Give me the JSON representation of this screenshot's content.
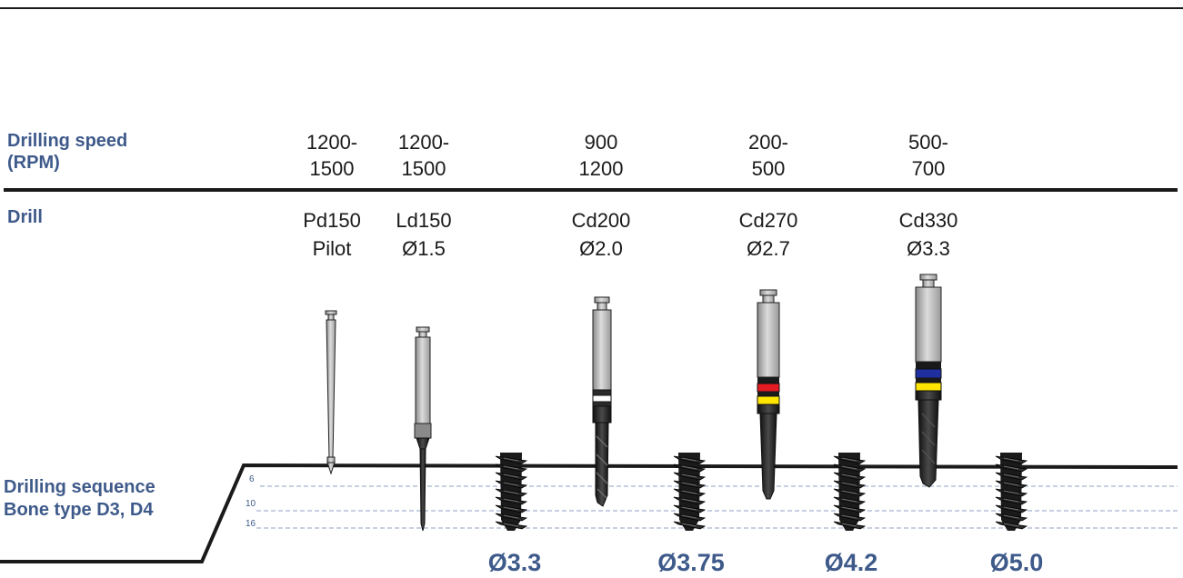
{
  "row_labels": {
    "speed_line1": "Drilling speed",
    "speed_line2": "(RPM)",
    "drill": "Drill",
    "sequence_line1": "Drilling sequence",
    "sequence_line2": "Bone type D3, D4"
  },
  "columns": [
    {
      "speed1": "1200-",
      "speed2": "1500",
      "name1": "Pd150",
      "name2": "Pilot"
    },
    {
      "speed1": "1200-",
      "speed2": "1500",
      "name1": "Ld150",
      "name2": "Ø1.5"
    },
    {
      "speed1": "900",
      "speed2": "1200",
      "name1": "Cd200",
      "name2": "Ø2.0"
    },
    {
      "speed1": "200-",
      "speed2": "500",
      "name1": "Cd270",
      "name2": "Ø2.7"
    },
    {
      "speed1": "500-",
      "speed2": "700",
      "name1": "Cd330",
      "name2": "Ø3.3"
    }
  ],
  "depths": [
    "6",
    "10",
    "16"
  ],
  "implants": [
    "Ø3.3",
    "Ø3.75",
    "Ø4.2",
    "Ø5.0"
  ],
  "colors": {
    "label_blue": "#3e5a8a",
    "ring_red": "#e31b23",
    "ring_yellow": "#ffe600",
    "ring_blue": "#1f2fa0",
    "steel": "#b8b8b8",
    "drill_black": "#1a1a1a"
  }
}
